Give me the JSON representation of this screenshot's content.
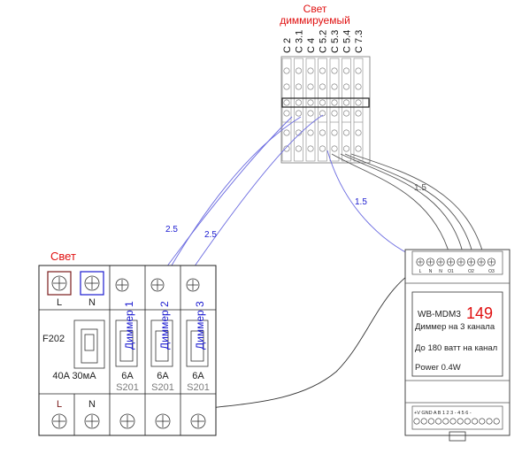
{
  "colors": {
    "red": "#e01010",
    "blue": "#1a1ad0",
    "gray": "#7a7a7a",
    "wire_blue": "#6a6ae0",
    "wire_gray": "#555555",
    "line": "#222222"
  },
  "terminal_block": {
    "title_line1": "Свет",
    "title_line2": "диммируемый",
    "labels": [
      "C 2",
      "C 3.1",
      "C 4",
      "C 5.2",
      "C 5.3",
      "C 5.4",
      "C 7.3"
    ]
  },
  "panel": {
    "title": "Свет",
    "terminal_L": "L",
    "terminal_N": "N",
    "breaker_model": "F202",
    "breaker_rating": "40A 30мА",
    "bottom_L": "L",
    "bottom_N": "N",
    "dimmers": [
      {
        "label": "Диммер 1",
        "rating": "6A",
        "model": "S201"
      },
      {
        "label": "Диммер 2",
        "rating": "6A",
        "model": "S201"
      },
      {
        "label": "Диммер 3",
        "rating": "6A",
        "model": "S201"
      }
    ]
  },
  "wire_labels": {
    "w1": "2.5",
    "w2": "2.5",
    "w3": "1.5",
    "w4": "1.5"
  },
  "module": {
    "name": "WB-MDM3",
    "number": "149",
    "line1": "Диммер на 3 канала",
    "line2": "До 180 ватт на канал",
    "line3": "Power 0.4W",
    "top_pins": [
      "L",
      "N",
      "N",
      "O1",
      "",
      "O2",
      "",
      "O3"
    ],
    "bottom_pins": "+V GND A B  1  2  3  -    4  5  6  -"
  }
}
